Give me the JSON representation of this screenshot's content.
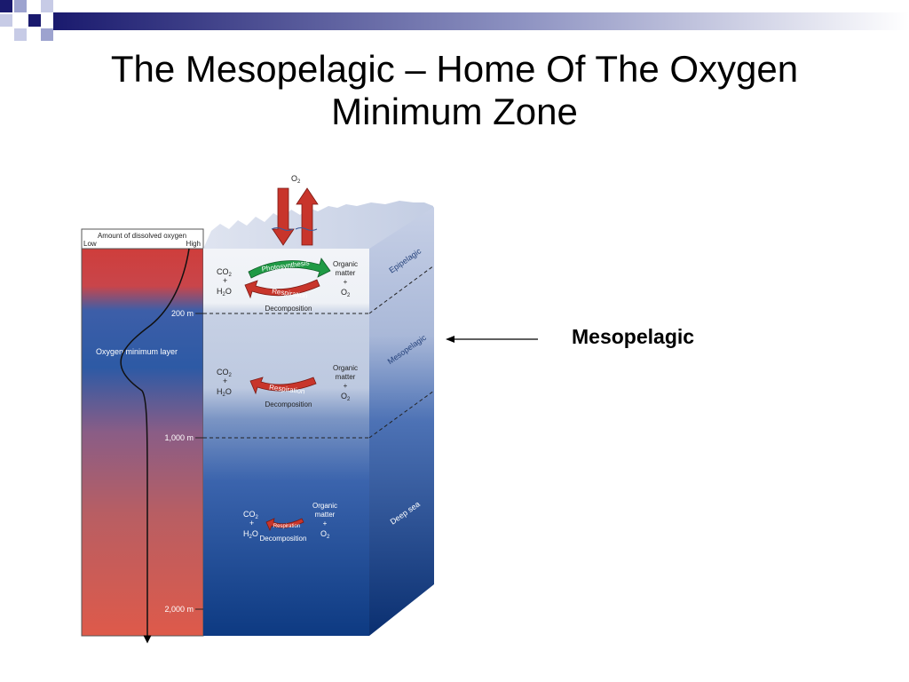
{
  "slide": {
    "title_line1": "The Mesopelagic – Home Of The Oxygen",
    "title_line2": "Minimum Zone",
    "callout_label": "Mesopelagic"
  },
  "diagram": {
    "gas": {
      "o2_base": "O",
      "o2_sub": "2"
    },
    "oxygen_panel": {
      "header": "Amount of dissolved oxygen",
      "low": "Low",
      "high": "High",
      "min_layer_label": "Oxygen minimum layer"
    },
    "depths": [
      "200 m",
      "1,000 m",
      "2,000 m"
    ],
    "zones": [
      "Epipelagic",
      "Mesopelagic",
      "Deep sea"
    ],
    "cycle": {
      "photosynthesis": "Photosynthesis",
      "respiration": "Respiration",
      "decomposition": "Decomposition",
      "organic": "Organic",
      "matter": "matter",
      "plus": "+",
      "co2_base": "CO",
      "h2o_base": "H",
      "h2o_tail": "O",
      "sub2": "2"
    }
  },
  "colors": {
    "ocean_deep": "#0d3a82",
    "ocean_light": "#c9d2e6",
    "oxygen_high": "#cf3a33",
    "oxygen_low": "#2d5aa5",
    "arrow_red": "#c8352b",
    "arrow_green": "#1f9a45"
  }
}
